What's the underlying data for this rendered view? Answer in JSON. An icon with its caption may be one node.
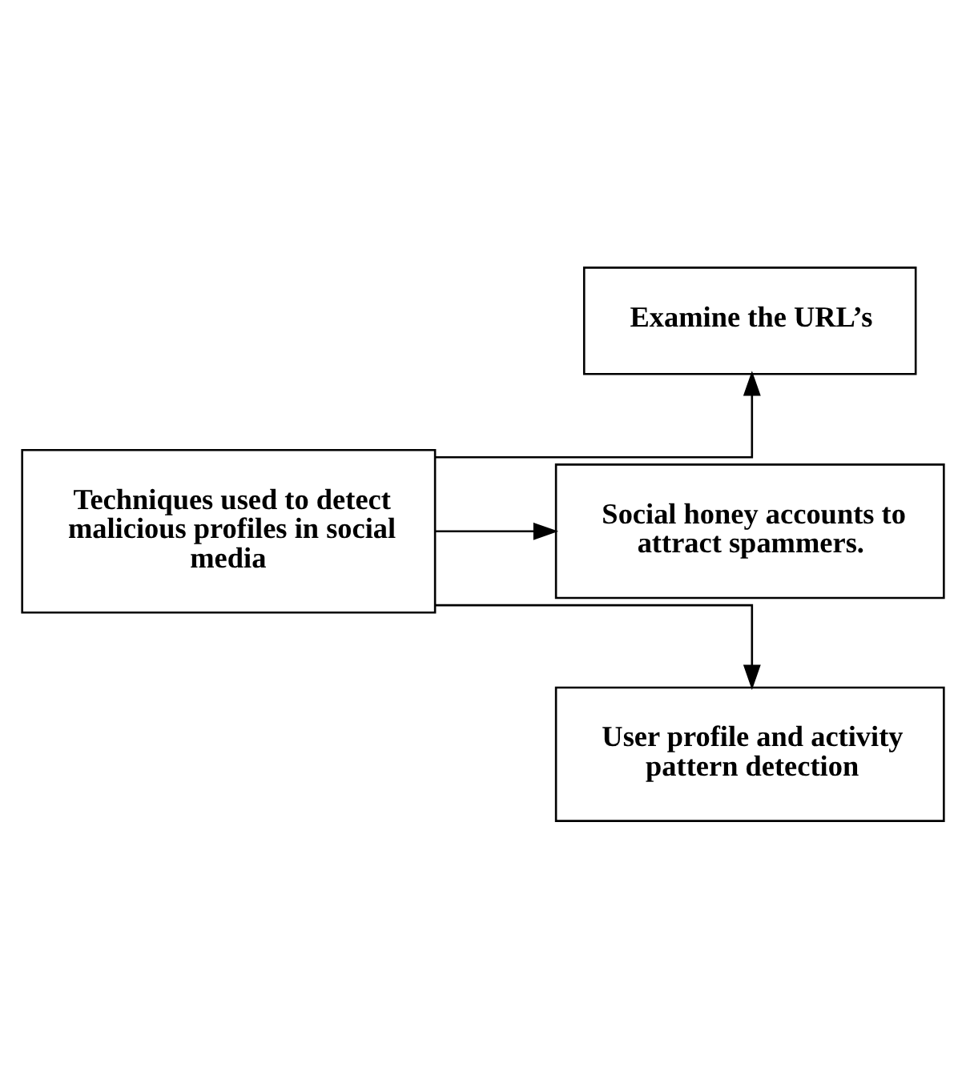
{
  "diagram": {
    "nodes": [
      {
        "text": [
          "Techniques used to detect malicious profiles in social media"
        ]
      },
      {
        "text": [
          "Examine the URL’s"
        ]
      },
      {
        "text": [
          "Social honey accounts to attract spammers."
        ]
      },
      {
        "text": [
          "User profile and activity pattern detection"
        ]
      }
    ],
    "edges": [
      {
        "from": 0,
        "to": 1,
        "arrow": "to"
      },
      {
        "from": 0,
        "to": 2,
        "arrow": "to"
      },
      {
        "from": 0,
        "to": 3,
        "arrow": "to"
      }
    ]
  }
}
